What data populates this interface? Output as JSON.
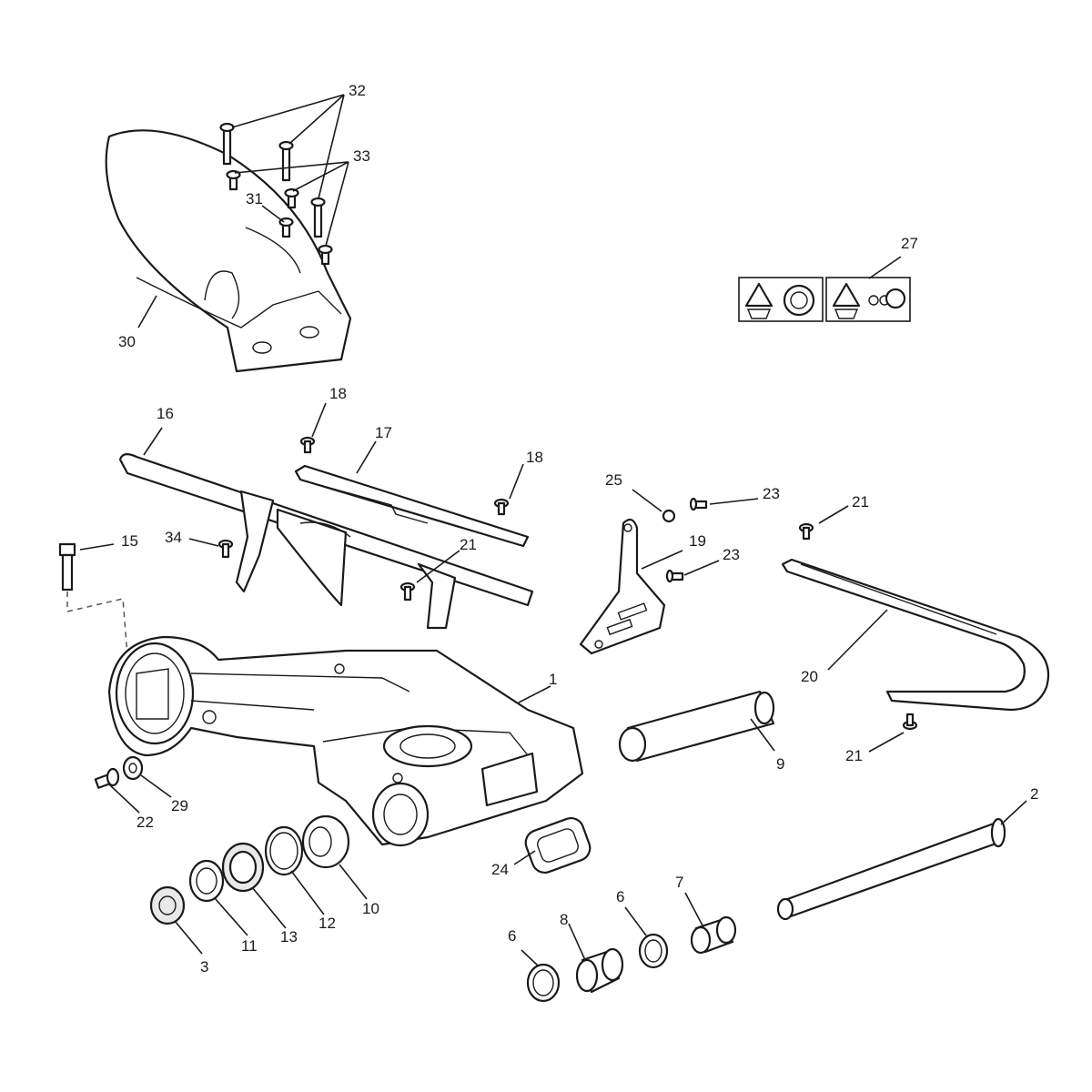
{
  "diagram": {
    "callouts": [
      "1",
      "2",
      "3",
      "6",
      "6",
      "7",
      "8",
      "9",
      "10",
      "11",
      "12",
      "13",
      "15",
      "16",
      "17",
      "18",
      "18",
      "19",
      "20",
      "21",
      "21",
      "21",
      "22",
      "23",
      "23",
      "24",
      "25",
      "27",
      "29",
      "30",
      "31",
      "32",
      "33",
      "34"
    ]
  },
  "labels": {
    "c1": "1",
    "c2": "2",
    "c3": "3",
    "c6a": "6",
    "c6b": "6",
    "c7": "7",
    "c8": "8",
    "c9": "9",
    "c10": "10",
    "c11": "11",
    "c12": "12",
    "c13": "13",
    "c15": "15",
    "c16": "16",
    "c17": "17",
    "c18a": "18",
    "c18b": "18",
    "c19": "19",
    "c20": "20",
    "c21a": "21",
    "c21b": "21",
    "c21c": "21",
    "c22": "22",
    "c23a": "23",
    "c23b": "23",
    "c24": "24",
    "c25": "25",
    "c27": "27",
    "c29": "29",
    "c30": "30",
    "c31": "31",
    "c32": "32",
    "c33": "33",
    "c34": "34"
  },
  "icons": [
    "warning-triangle-icon",
    "sprocket-icon",
    "chain-icon"
  ]
}
